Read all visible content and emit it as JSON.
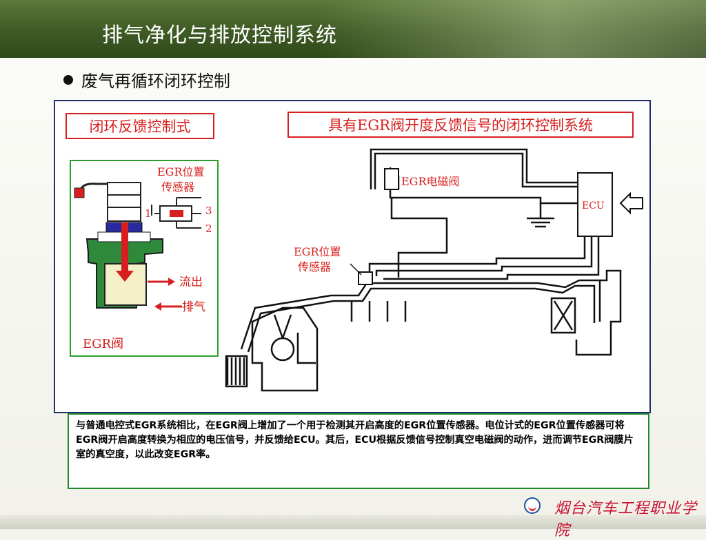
{
  "slide": {
    "title": "排气净化与排放控制系统",
    "bullet": "废气再循环闭环控制"
  },
  "figure": {
    "left_heading": "闭环反馈控制式",
    "right_heading": "具有EGR阀开度反馈信号的闭环控制系统",
    "left_panel": {
      "sensor_label_line1": "EGR位置",
      "sensor_label_line2": "传感器",
      "pin1": "1",
      "pin2": "2",
      "pin3": "3",
      "outflow": "流出",
      "exhaust": "排气",
      "valve_label": "EGR阀"
    },
    "right_panel": {
      "solenoid_label": "EGR电磁阀",
      "ecu_label": "ECU",
      "sensor_label_line1": "EGR位置",
      "sensor_label_line2": "传感器"
    }
  },
  "caption": {
    "text": "与普通电控式EGR系统相比，在EGR阀上增加了一个用于检测其开启高度的EGR位置传感器。电位计式的EGR位置传感器可将EGR阀开启高度转换为相应的电压信号，并反馈给ECU。其后，ECU根据反馈信号控制真空电磁阀的动作，进而调节EGR阀膜片室的真空度，以此改变EGR率。"
  },
  "footer": {
    "school_name": "烟台汽车工程职业学院"
  },
  "colors": {
    "header_green": "#3e5a24",
    "frame_blue": "#1f2f6a",
    "caption_border": "#1f8a2a",
    "accent_red": "#d81e1e"
  }
}
